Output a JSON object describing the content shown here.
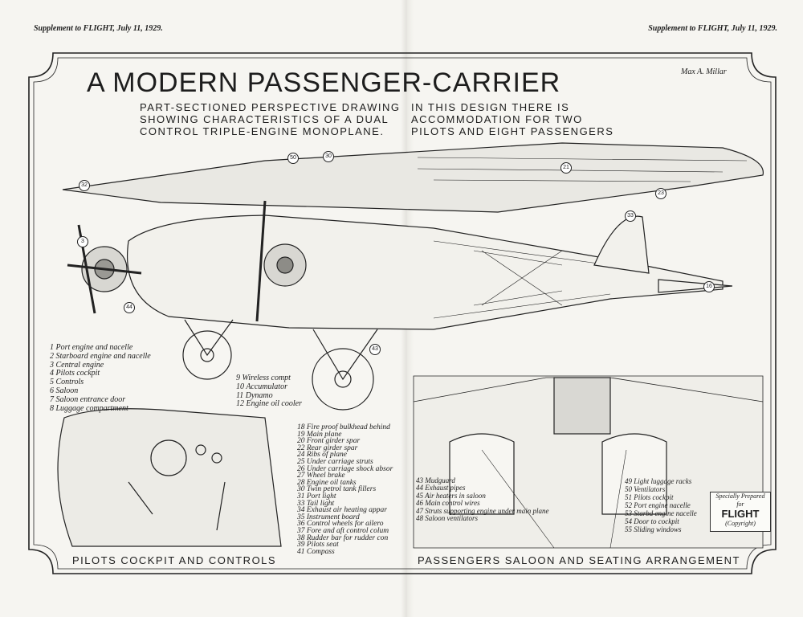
{
  "page": {
    "header_left": "Supplement to FLIGHT, July 11, 1929.",
    "header_right": "Supplement to FLIGHT, July 11, 1929.",
    "title": "A MODERN PASSENGER-CARRIER",
    "subtitle_left": [
      "PART-SECTIONED PERSPECTIVE DRAWING",
      "SHOWING CHARACTERISTICS OF A DUAL",
      "CONTROL TRIPLE-ENGINE MONOPLANE."
    ],
    "subtitle_right": [
      "IN THIS DESIGN THERE IS",
      "ACCOMMODATION FOR TWO",
      "PILOTS AND EIGHT PASSENGERS"
    ],
    "signature": "Max A. Millar",
    "caption_left": "PILOTS COCKPIT AND CONTROLS",
    "caption_right": "PASSENGERS SALOON AND SEATING ARRANGEMENT",
    "credit": {
      "line1": "Specially Prepared",
      "line2": "for",
      "brand": "FLIGHT",
      "line3": "(Copyright)"
    }
  },
  "legend_1": [
    "1 Port engine and nacelle",
    "2 Starboard engine and nacelle",
    "3 Central engine",
    "4 Pilots cockpit",
    "5 Controls",
    "6 Saloon",
    "7 Saloon entrance door",
    "8 Luggage compartment"
  ],
  "legend_2": [
    "9 Wireless compt",
    "10 Accumulator",
    "11 Dynamo",
    "12 Engine oil cooler"
  ],
  "legend_3": [
    "18 Fire proof bulkhead behind",
    "19 Main plane",
    "20 Front girder spar",
    "22 Rear girder spar",
    "24 Ribs of plane",
    "25 Under carriage struts",
    "26 Under carriage shock absor",
    "27 Wheel brake",
    "28 Engine oil tanks",
    "30 Twin petrol tank fillers",
    "31 Port light",
    "33 Tail light",
    "34 Exhaust air heating appar",
    "35 Instrument board",
    "36 Control wheels for ailero",
    "37 Fore and aft control colum",
    "38 Rudder bar for rudder con",
    "39 Pilots seat",
    "41 Compass"
  ],
  "legend_4": [
    "43 Mudguard",
    "44 Exhaust pipes",
    "45 Air heaters in saloon",
    "46 Main control wires",
    "47 Struts supporting engine under main plane",
    "48 Saloon ventilators"
  ],
  "legend_5": [
    "49 Light luggage racks",
    "50 Ventilators",
    "51 Pilots cockpit",
    "52 Port engine nacelle",
    "53 Starbd engine nacelle",
    "54 Door to cockpit",
    "55 Sliding windows"
  ]
}
